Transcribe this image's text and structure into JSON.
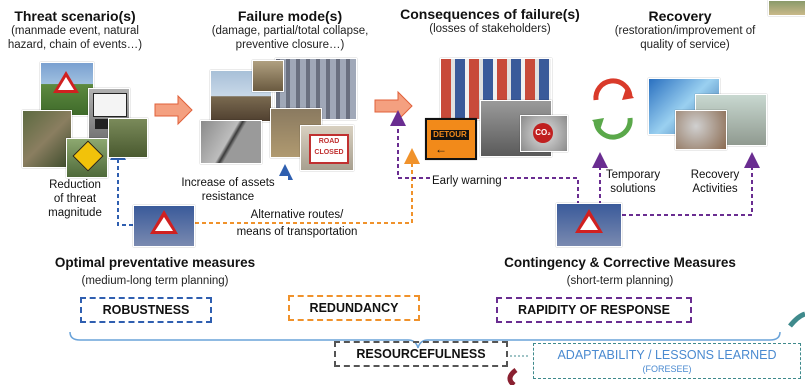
{
  "threat": {
    "title": "Threat scenario(s)",
    "subtitle": [
      "(manmade event, natural",
      "hazard, chain of events…)"
    ]
  },
  "failure": {
    "title": "Failure mode(s)",
    "subtitle": [
      "(damage, partial/total collapse,",
      "preventive closure…)"
    ]
  },
  "consequences": {
    "title": "Consequences of failure(s)",
    "subtitle": [
      "(losses of stakeholders)"
    ]
  },
  "recovery": {
    "title": "Recovery",
    "subtitle": [
      "(restoration/improvement of",
      "quality of service)"
    ]
  },
  "signs": {
    "detour": "DETOUR",
    "road_closed": [
      "ROAD",
      "CLOSED"
    ],
    "co2": "CO₂"
  },
  "labels": {
    "reduction": [
      "Reduction",
      "of threat",
      "magnitude"
    ],
    "increase": [
      "Increase of assets",
      "resistance"
    ],
    "alternative": [
      "Alternative routes/",
      "means of transportation"
    ],
    "early_warning": "Early warning",
    "temporary": [
      "Temporary",
      "solutions"
    ],
    "recovery_activities": [
      "Recovery",
      "Activities"
    ]
  },
  "optimal": {
    "title": "Optimal preventative measures",
    "subtitle": "(medium-long term planning)"
  },
  "contingency": {
    "title": "Contingency & Corrective Measures",
    "subtitle": "(short-term planning)"
  },
  "boxes": {
    "robustness": "ROBUSTNESS",
    "redundancy": "REDUNDANCY",
    "rapidity": "RAPIDITY OF RESPONSE",
    "resourcefulness": "RESOURCEFULNESS"
  },
  "adaptability": {
    "title": "ADAPTABILITY / LESSONS LEARNED",
    "subtitle": "(FORESEE)"
  },
  "colors": {
    "blue": "#2f5fb0",
    "orange": "#f0922b",
    "purple": "#6a2d91",
    "gray": "#555555",
    "teal": "#3f8a8c",
    "arrow": "#f08a50",
    "light_blue": "#6aa3d9"
  }
}
